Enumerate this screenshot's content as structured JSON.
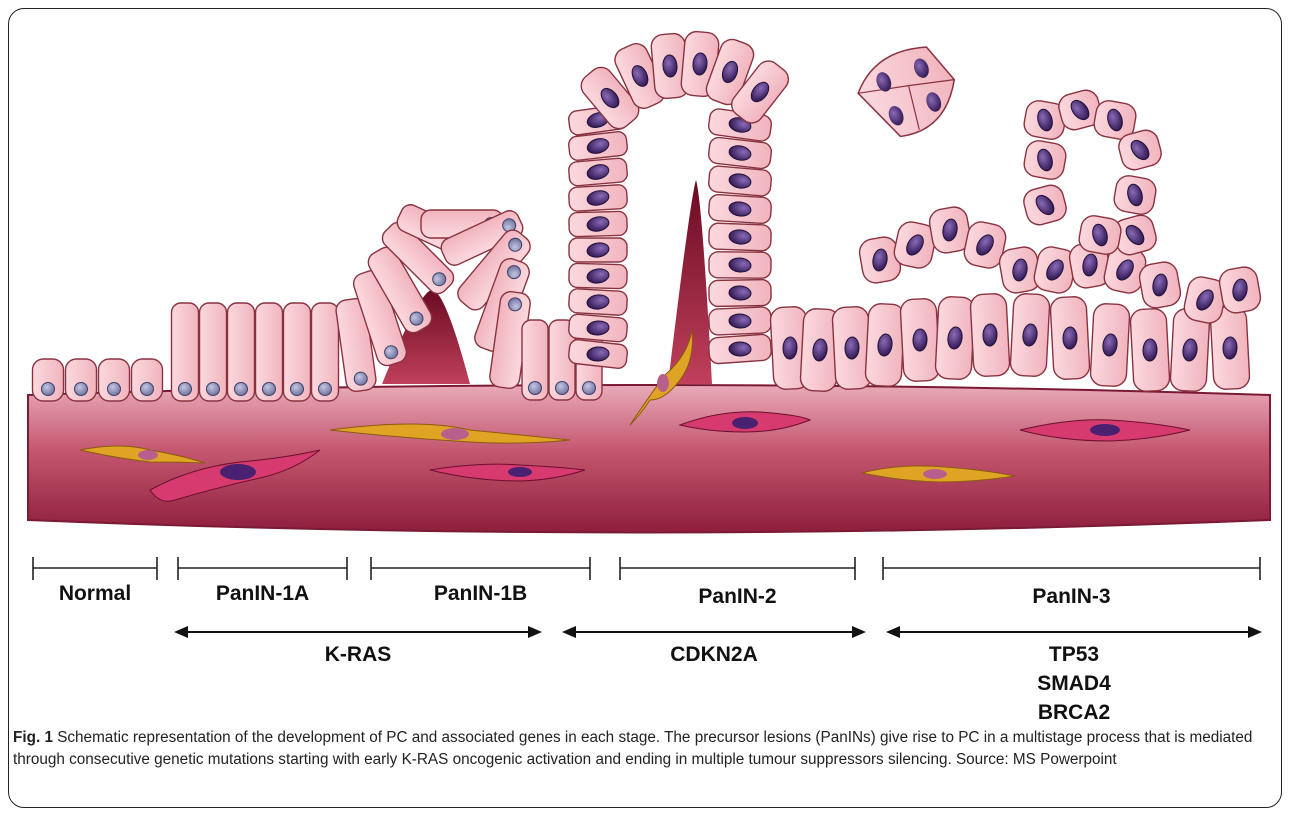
{
  "stages": [
    {
      "label": "Normal"
    },
    {
      "label": "PanIN-1A"
    },
    {
      "label": "PanIN-1B"
    },
    {
      "label": "PanIN-2"
    },
    {
      "label": "PanIN-3"
    }
  ],
  "genes": [
    {
      "label": "K-RAS"
    },
    {
      "label": "CDKN2A"
    },
    {
      "label": "TP53"
    },
    {
      "label": "SMAD4"
    },
    {
      "label": "BRCA2"
    }
  ],
  "caption": {
    "fig_label": "Fig. 1",
    "text": " Schematic representation of the development of PC and associated genes in each stage. The precursor lesions (PanINs) give rise to PC in a multistage process that is mediated through consecutive genetic mutations starting with early K-RAS oncogenic activation and ending in multiple tumour suppressors silencing. Source: MS Powerpoint"
  },
  "colors": {
    "cell_fill": "#f6c3ca",
    "cell_stroke": "#8a3340",
    "nucleus_normal": "#8b8fb8",
    "nucleus_dysplastic": "#43256f",
    "stroma": "#b4405a",
    "lumen": "#8e1230",
    "fibroblast_pink": "#d63a6e",
    "fibroblast_yellow": "#e0a425"
  }
}
